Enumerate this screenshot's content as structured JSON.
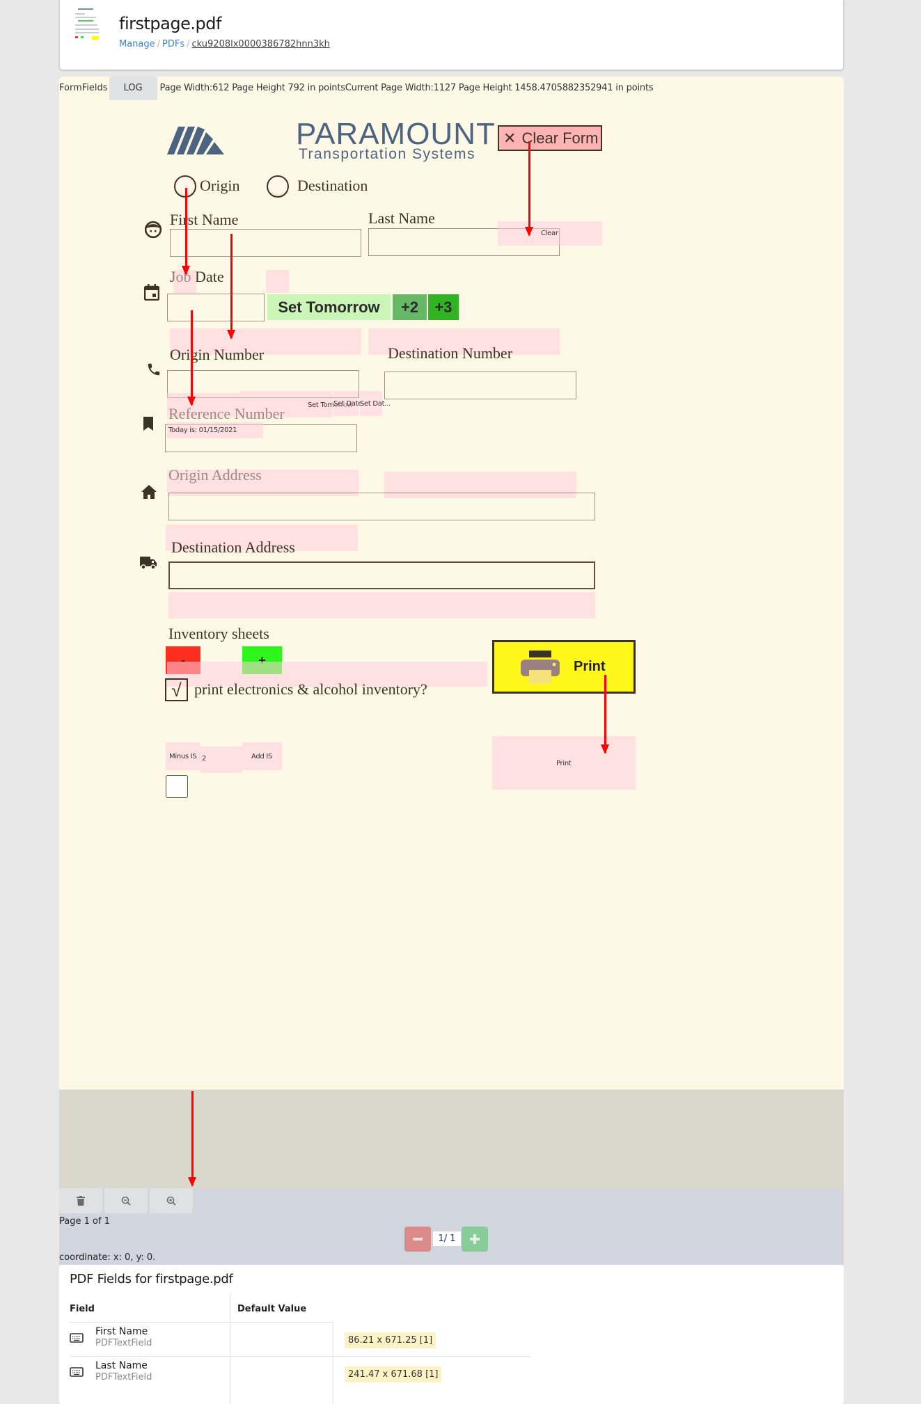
{
  "header": {
    "title": "firstpage.pdf",
    "breadcrumb": [
      "Manage",
      "PDFs",
      "cku9208lx0000386782hnn3kh"
    ],
    "breadcrumb_separator": "/"
  },
  "viewer": {
    "tabs": [
      {
        "label": "FormFields",
        "active": true
      },
      {
        "label": "LOG",
        "active": false
      }
    ],
    "info": "Page Width:612 Page Height 792 in pointsCurrent Page Width:1127 Page Height 1458.4705882352941 in points",
    "background_color": "#fef9e7"
  },
  "form": {
    "logo": {
      "line1": "PARAMOUNT",
      "line2": "Transportation Systems",
      "color": "#4d6480"
    },
    "clear_form_button": {
      "icon": "x-icon",
      "label": "Clear Form",
      "color": "#ffb3b3"
    },
    "radios": [
      {
        "label": "Origin"
      },
      {
        "label": "Destination"
      }
    ],
    "labels": {
      "first_name": "First Name",
      "last_name": "Last Name",
      "job_date": "Job Date",
      "origin_number": "Origin Number",
      "destination_number": "Destination Number",
      "reference_number": "Reference Number",
      "origin_address": "Origin Address",
      "destination_address": "Destination Address",
      "inventory_sheets": "Inventory sheets",
      "print_checkbox": "print electronics & alcohol inventory?"
    },
    "buttons": {
      "set_tomorrow": "Set Tomorrow",
      "plus2": "+2",
      "plus3": "+3",
      "minus": "-",
      "plus": "+",
      "print": "Print"
    },
    "checkbox_checked": true,
    "checkbox_mark": "√",
    "icons": [
      "face-icon",
      "calendar-icon",
      "phone-icon",
      "bookmark-icon",
      "home-icon",
      "truck-icon",
      "printer-icon"
    ]
  },
  "overlays": {
    "clear": "Clear",
    "set_tomorrow": "Set Tomorrow",
    "set_date_1": "Set Date...",
    "set_date_2": "Set Dat...",
    "today": "Today is: 01/15/2021",
    "minus_is": "Minus IS",
    "is_value": "2",
    "add_is": "Add IS",
    "print": "Print"
  },
  "controls": {
    "buttons": [
      {
        "icon": "trash-icon"
      },
      {
        "icon": "zoom-out-icon"
      },
      {
        "icon": "zoom-in-icon"
      }
    ],
    "page_label": "Page 1 of 1",
    "page_input": "1/ 1",
    "coordinate": "coordinate: x: 0, y: 0."
  },
  "fields_table": {
    "title": "PDF Fields for firstpage.pdf",
    "columns": [
      "Field",
      "Default Value"
    ],
    "rows": [
      {
        "name": "First Name",
        "type": "PDFTextField",
        "default": "",
        "position": "86.21 x 671.25 [1]"
      },
      {
        "name": "Last Name",
        "type": "PDFTextField",
        "default": "",
        "position": "241.47 x 671.68 [1]"
      }
    ]
  }
}
